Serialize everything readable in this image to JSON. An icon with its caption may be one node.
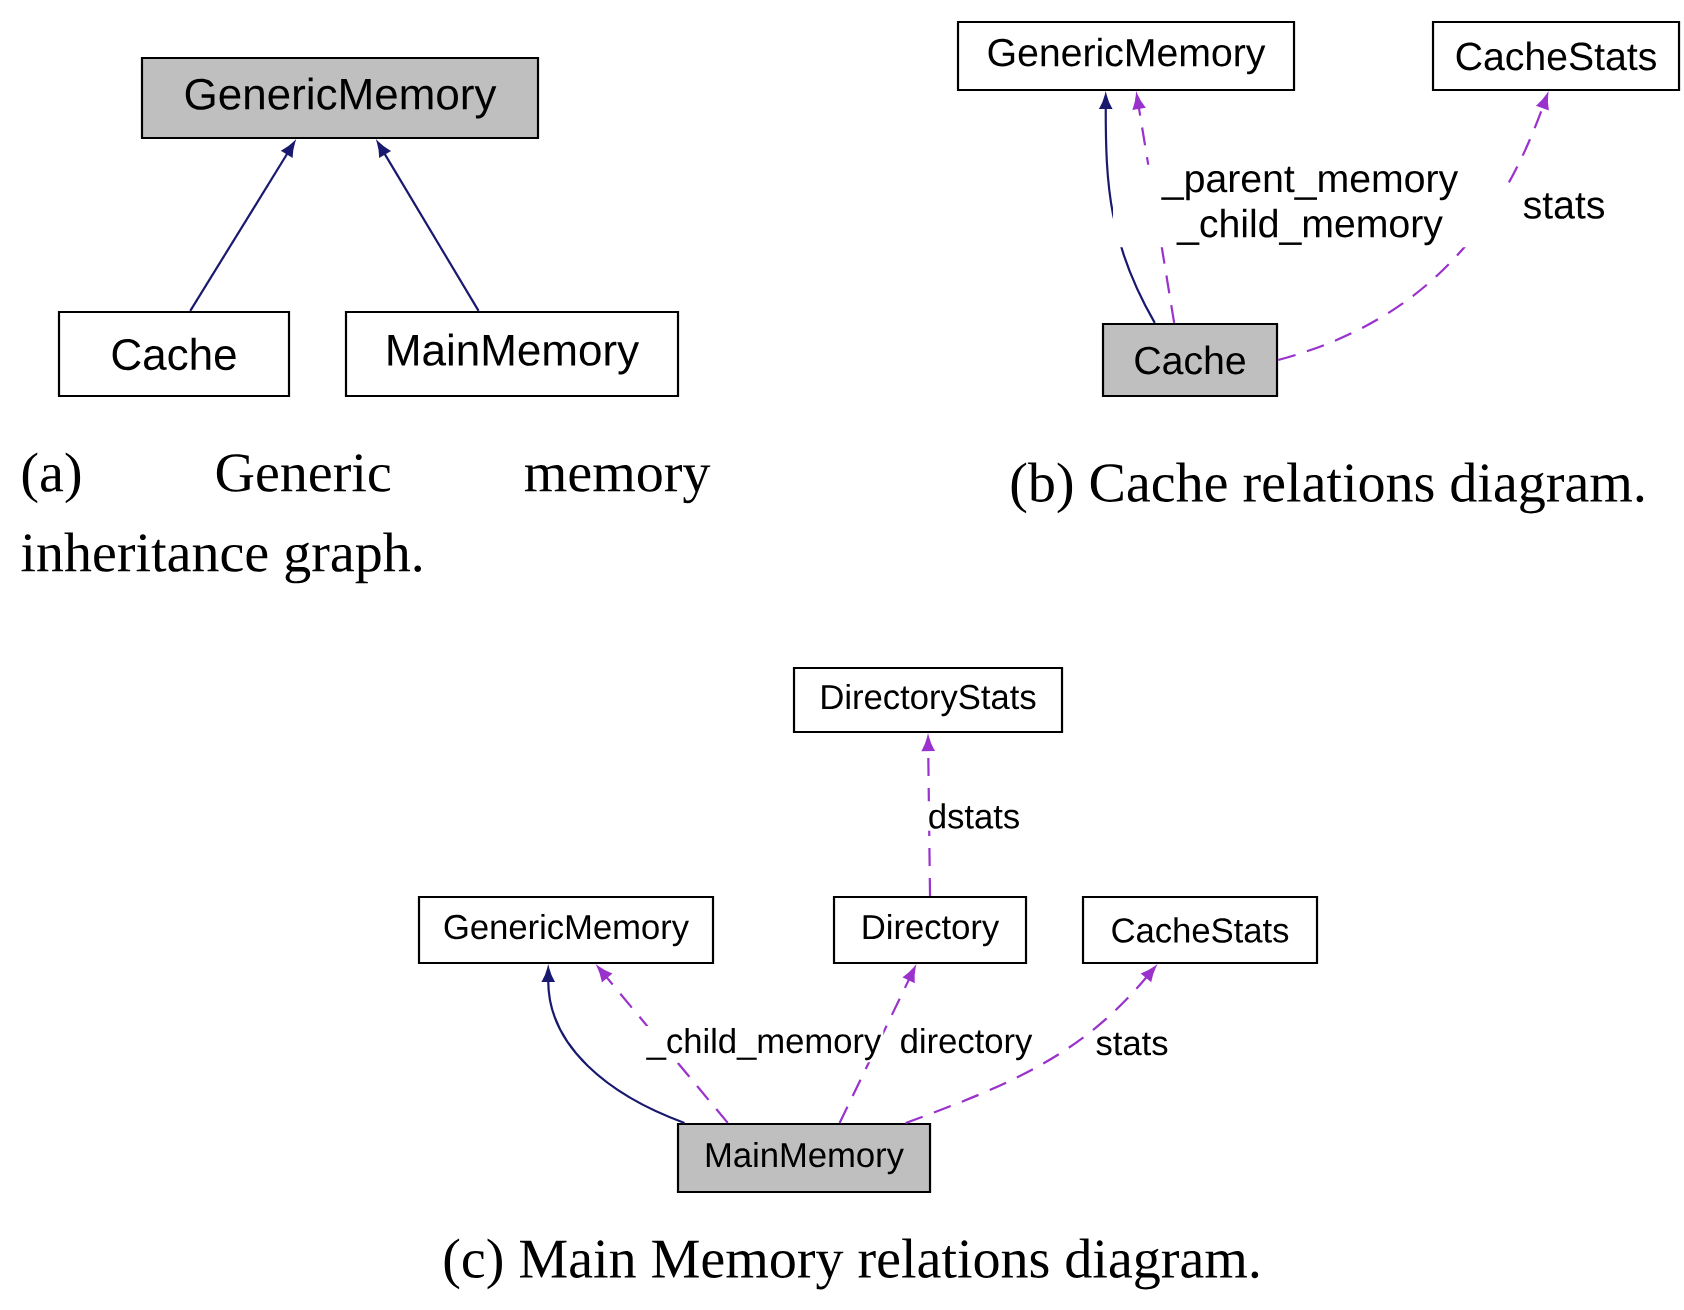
{
  "diagram": {
    "nodes": [
      {
        "text": [
          "GenericMemory"
        ]
      },
      {
        "text": [
          "Cache"
        ]
      },
      {
        "text": [
          "MainMemory"
        ]
      },
      {
        "text": [
          "GenericMemory"
        ]
      },
      {
        "text": [
          "CacheStats"
        ]
      },
      {
        "text": [
          "Cache"
        ]
      },
      {
        "text": [
          "DirectoryStats"
        ]
      },
      {
        "text": [
          "GenericMemory"
        ]
      },
      {
        "text": [
          "Directory"
        ]
      },
      {
        "text": [
          "CacheStats"
        ]
      },
      {
        "text": [
          "MainMemory"
        ]
      }
    ],
    "edges": [
      {
        "from": 1,
        "to": 0,
        "arrow": "to",
        "color": "#191970"
      },
      {
        "from": 2,
        "to": 0,
        "arrow": "to",
        "color": "#191970"
      },
      {
        "from": 5,
        "to": 3,
        "arrow": "to",
        "color": "#191970"
      },
      {
        "from": 5,
        "to": 3,
        "arrow": "to",
        "style": "dashed",
        "label": "_parent_memory _child_memory"
      },
      {
        "from": 5,
        "to": 4,
        "arrow": "to",
        "style": "dashed",
        "label": "stats"
      },
      {
        "from": 8,
        "to": 6,
        "arrow": "to",
        "style": "dashed",
        "label": "dstats"
      },
      {
        "from": 10,
        "to": 7,
        "arrow": "to",
        "color": "#191970"
      },
      {
        "from": 10,
        "to": 7,
        "arrow": "to",
        "style": "dashed",
        "label": "_child_memory"
      },
      {
        "from": 10,
        "to": 8,
        "arrow": "to",
        "style": "dashed",
        "label": "directory"
      },
      {
        "from": 10,
        "to": 9,
        "arrow": "to",
        "style": "dashed",
        "label": "stats"
      }
    ],
    "labels": [
      "(a) Generic memory inheritance graph.",
      "(b) Cache relations diagram.",
      "(c) Main Memory relations diagram."
    ]
  }
}
